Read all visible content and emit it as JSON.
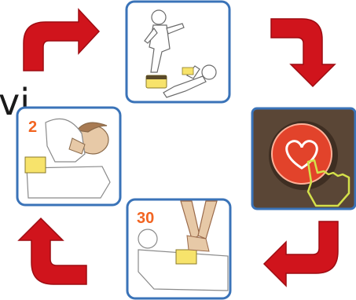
{
  "edge_text": "vi",
  "steps": [
    {
      "id": "call",
      "label": ""
    },
    {
      "id": "defibrillator",
      "label": ""
    },
    {
      "id": "compressions",
      "label": "30"
    },
    {
      "id": "breaths",
      "label": "2"
    }
  ],
  "colors": {
    "frame_border": "#3a73b8",
    "arrow_red": "#d0141c",
    "arrow_shade": "#9e0c12",
    "aed_panel": "#5a4636",
    "aed_button": "#e2432b",
    "label_orange": "#f26522",
    "pad_yellow": "#f7e36b"
  },
  "icons": {
    "top_right_arrow": "curved-arrow-right-down-icon",
    "right_bottom_arrow": "curved-arrow-down-left-icon",
    "bottom_left_arrow": "curved-arrow-left-up-icon",
    "left_top_arrow": "curved-arrow-up-right-icon",
    "aed_button": "heart-button-icon"
  }
}
